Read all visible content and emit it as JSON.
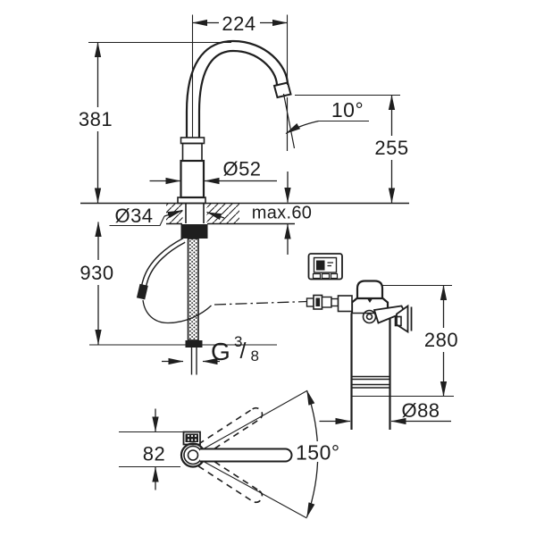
{
  "drawing": {
    "type": "faucet-with-filter-technical-dimension-drawing",
    "labels": {
      "spout_reach": "224",
      "height": "381",
      "outlet_angle": "10°",
      "outlet_height": "255",
      "body_dia": "Ø52",
      "hole_dia": "Ø34",
      "deck_max": "max.60",
      "hose_length": "930",
      "thread_g": "G",
      "thread_num": "3",
      "thread_slash": "/",
      "thread_den": "8",
      "filter_height": "280",
      "filter_dia": "Ø88",
      "base_depth": "82",
      "swivel_angle": "150°"
    },
    "colors": {
      "line": "#1f1f1f",
      "background": "#ffffff"
    }
  }
}
